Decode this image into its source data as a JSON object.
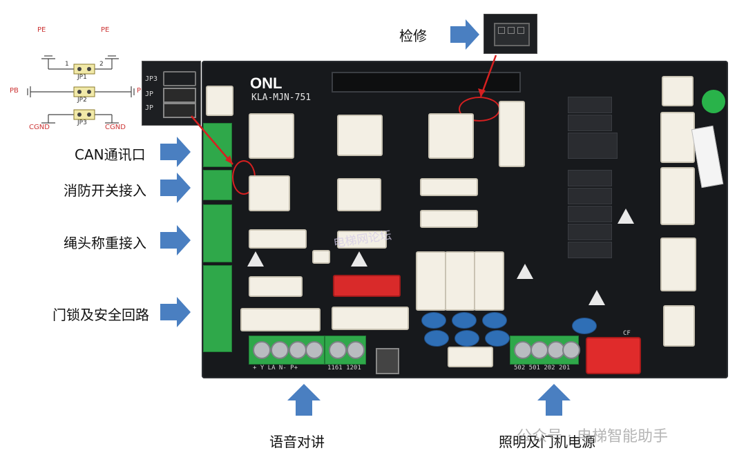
{
  "labels": {
    "jianxiu": "检修",
    "can": "CAN通讯口",
    "fire": "消防开关接入",
    "rope": "绳头称重接入",
    "door": "门锁及安全回路",
    "voice": "语音对讲",
    "light": "照明及门机电源"
  },
  "board": {
    "brand": "ONL",
    "model": "KLA-MJN-751",
    "watermark_center": "电梯网论坛",
    "watermark_footer": "公众号 · 电梯智能助手"
  },
  "schematic": {
    "pe_left": "PE",
    "pe_right": "PE",
    "pb_left": "PB",
    "pb_right": "PB",
    "cgnd_left": "CGND",
    "cgnd_right": "CGND",
    "jp1": "JP1",
    "jp2": "JP2",
    "jp3": "JP3",
    "pin1": "1",
    "pin2": "2"
  },
  "inset": {
    "jp3": "JP3",
    "jp_a": "JP",
    "jp_b": "JP"
  },
  "silk": {
    "bottom_left": "+  Y  LA  N-  P+",
    "bottom_mid": "1161  1201",
    "bottom_right": "502  501  202  201",
    "cf": "CF"
  },
  "colors": {
    "arrow": "#4a7fc1",
    "highlight": "#d62020",
    "board": "#17191c",
    "terminal_green": "#2fa84a",
    "red_connector": "#d92a2a"
  }
}
